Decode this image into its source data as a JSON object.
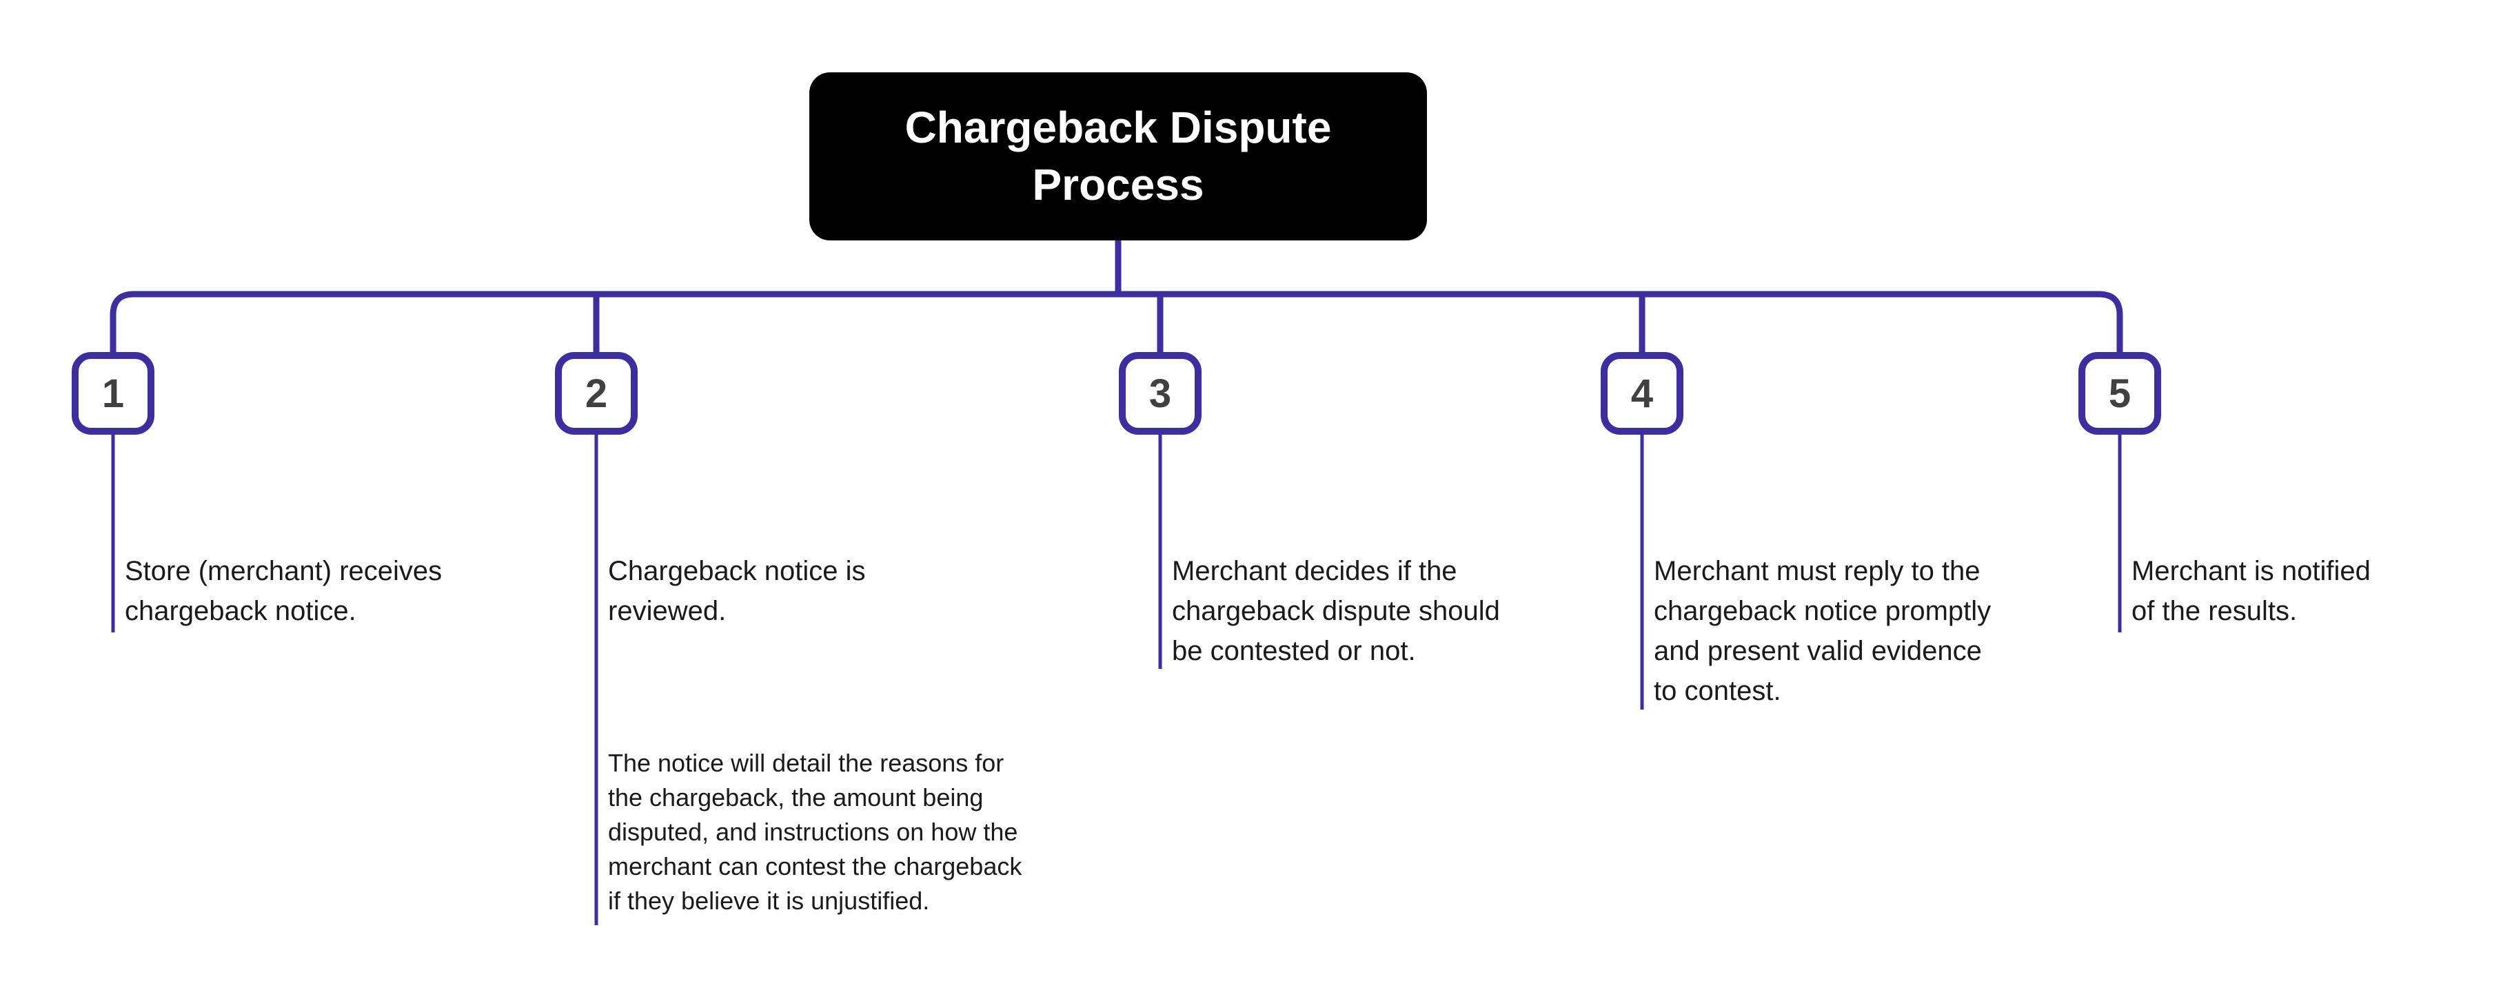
{
  "colors": {
    "accent": "#3c2e9e",
    "title-bg": "#000000",
    "title-text": "#ffffff",
    "text": "#1a1a1a",
    "number": "#404040"
  },
  "title": "Chargeback Dispute Process",
  "nodes": [
    {
      "number": "1",
      "text": [
        "Store (merchant) receives",
        "chargeback notice."
      ]
    },
    {
      "number": "2",
      "text": [
        "Chargeback notice is",
        "reviewed."
      ],
      "note": [
        "The notice will detail the reasons for",
        "the chargeback, the amount being",
        "disputed, and instructions on how the",
        "merchant can contest the chargeback",
        "if they believe it is unjustified."
      ]
    },
    {
      "number": "3",
      "text": [
        "Merchant decides if the",
        "chargeback dispute should",
        "be contested or not."
      ]
    },
    {
      "number": "4",
      "text": [
        "Merchant must reply to the",
        "chargeback notice promptly",
        "and present valid evidence",
        "to contest."
      ]
    },
    {
      "number": "5",
      "text": [
        "Merchant is notified",
        "of the results."
      ]
    }
  ]
}
